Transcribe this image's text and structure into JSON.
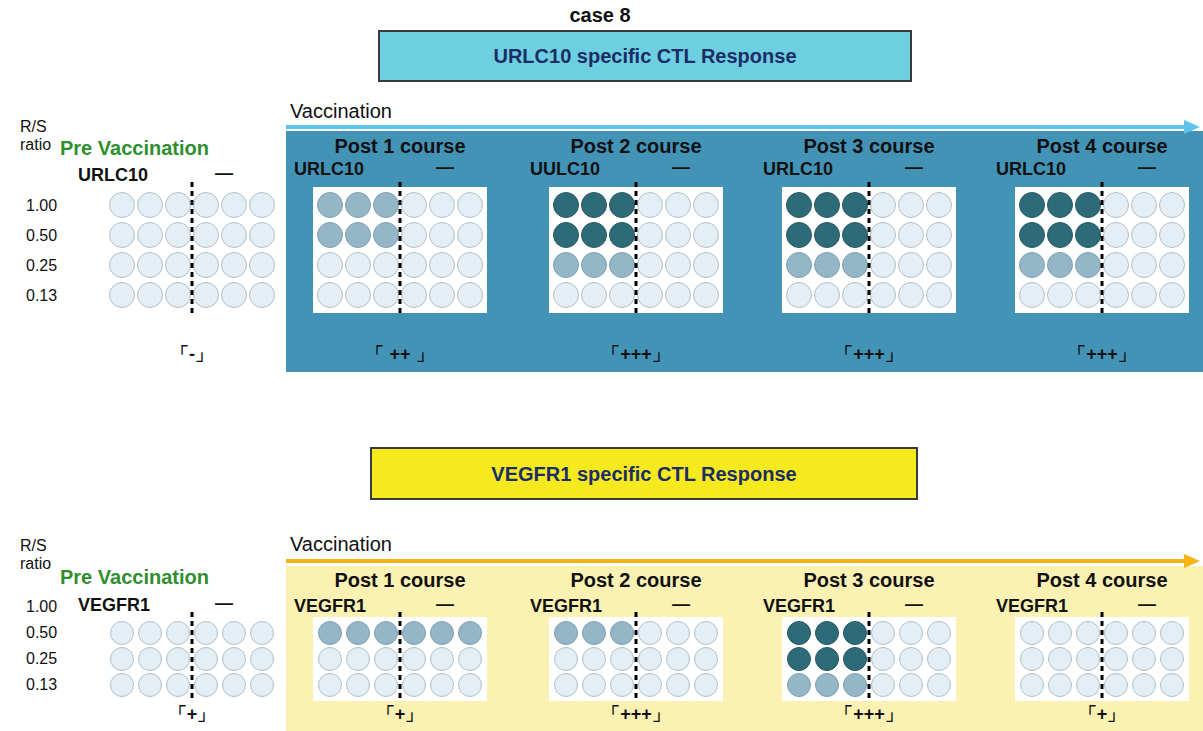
{
  "diagram": {
    "title": "case 8",
    "nodes": [
      {
        "text": [
          "URLC10 specific CTL Response"
        ]
      },
      {
        "text": [
          "VEGFR1 specific CTL Response"
        ]
      }
    ],
    "labels": [
      "R/S ratio",
      "Pre Vaccination",
      "1.00",
      "0.50",
      "0.25",
      "0.13",
      "URLC10",
      "—",
      "「-」",
      "Vaccination",
      "Post 1 course",
      "URLC10",
      "—",
      "「 ++ 」",
      "Post 2 course",
      "UULC10",
      "—",
      "「+++」",
      "Post 3 course",
      "URLC10",
      "—",
      "「+++」",
      "Post 4 course",
      "URLC10",
      "—",
      "「+++」",
      "R/S ratio",
      "Vaccination",
      "Pre Vaccination",
      "1.00",
      "0.50",
      "0.25",
      "0.13",
      "VEGFR1",
      "—",
      "「+」",
      "Post 1 course",
      "VEGFR1",
      "—",
      "「+」",
      "Post 2 course",
      "VEGFR1",
      "—",
      "「+++」",
      "Post 3 course",
      "VEGFR1",
      "—",
      "「+++」",
      "Post 4 course",
      "VEGFR1",
      "—",
      "「+」"
    ]
  }
}
